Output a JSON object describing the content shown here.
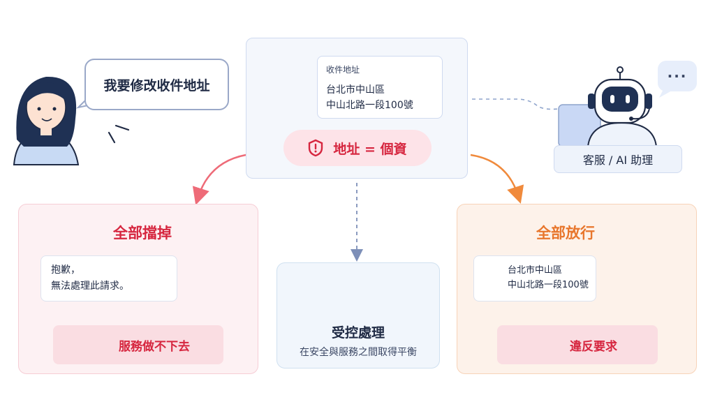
{
  "user": {
    "speech": "我要修改收件地址"
  },
  "address_card": {
    "label": "收件地址",
    "line1": "台北市中山區",
    "line2": "中山北路一段100號"
  },
  "pii_tag": "地址 = 個資",
  "assistant": {
    "label": "客服 / AI 助理",
    "typing": "···"
  },
  "block_all": {
    "title": "全部擋掉",
    "reply_line1": "抱歉，",
    "reply_line2": "無法處理此請求。",
    "result": "服務做不下去"
  },
  "controlled": {
    "title": "受控處理",
    "subtitle": "在安全與服務之間取得平衡"
  },
  "allow_all": {
    "title": "全部放行",
    "addr_line1": "台北市中山區",
    "addr_line2": "中山北路一段100號",
    "result": "違反要求"
  },
  "colors": {
    "red": "#d6263f",
    "orange": "#e8762c",
    "green": "#2aa888",
    "blue": "#4a8ee6",
    "navy": "#1f2a44"
  }
}
